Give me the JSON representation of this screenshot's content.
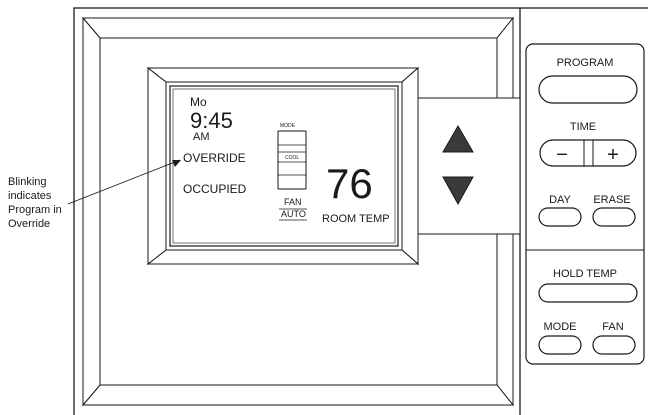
{
  "annotation": {
    "lines": [
      "Blinking",
      "indicates",
      "Program in",
      "Override"
    ]
  },
  "display": {
    "day": "Mo",
    "time": "9:45",
    "ampm": "AM",
    "override": "OVERRIDE",
    "occupied": "OCCUPIED",
    "mode_label": "MODE",
    "mode_value": "COOL",
    "fan_label": "FAN",
    "fan_value": "AUTO",
    "temperature": "76",
    "temp_label": "ROOM TEMP"
  },
  "buttons": {
    "program": "PROGRAM",
    "time": "TIME",
    "time_minus": "−",
    "time_plus": "+",
    "day": "DAY",
    "erase": "ERASE",
    "hold_temp": "HOLD TEMP",
    "mode": "MODE",
    "fan": "FAN"
  },
  "colors": {
    "outline": "#1a1a1a",
    "arrow_fill": "#3a3a3a"
  }
}
